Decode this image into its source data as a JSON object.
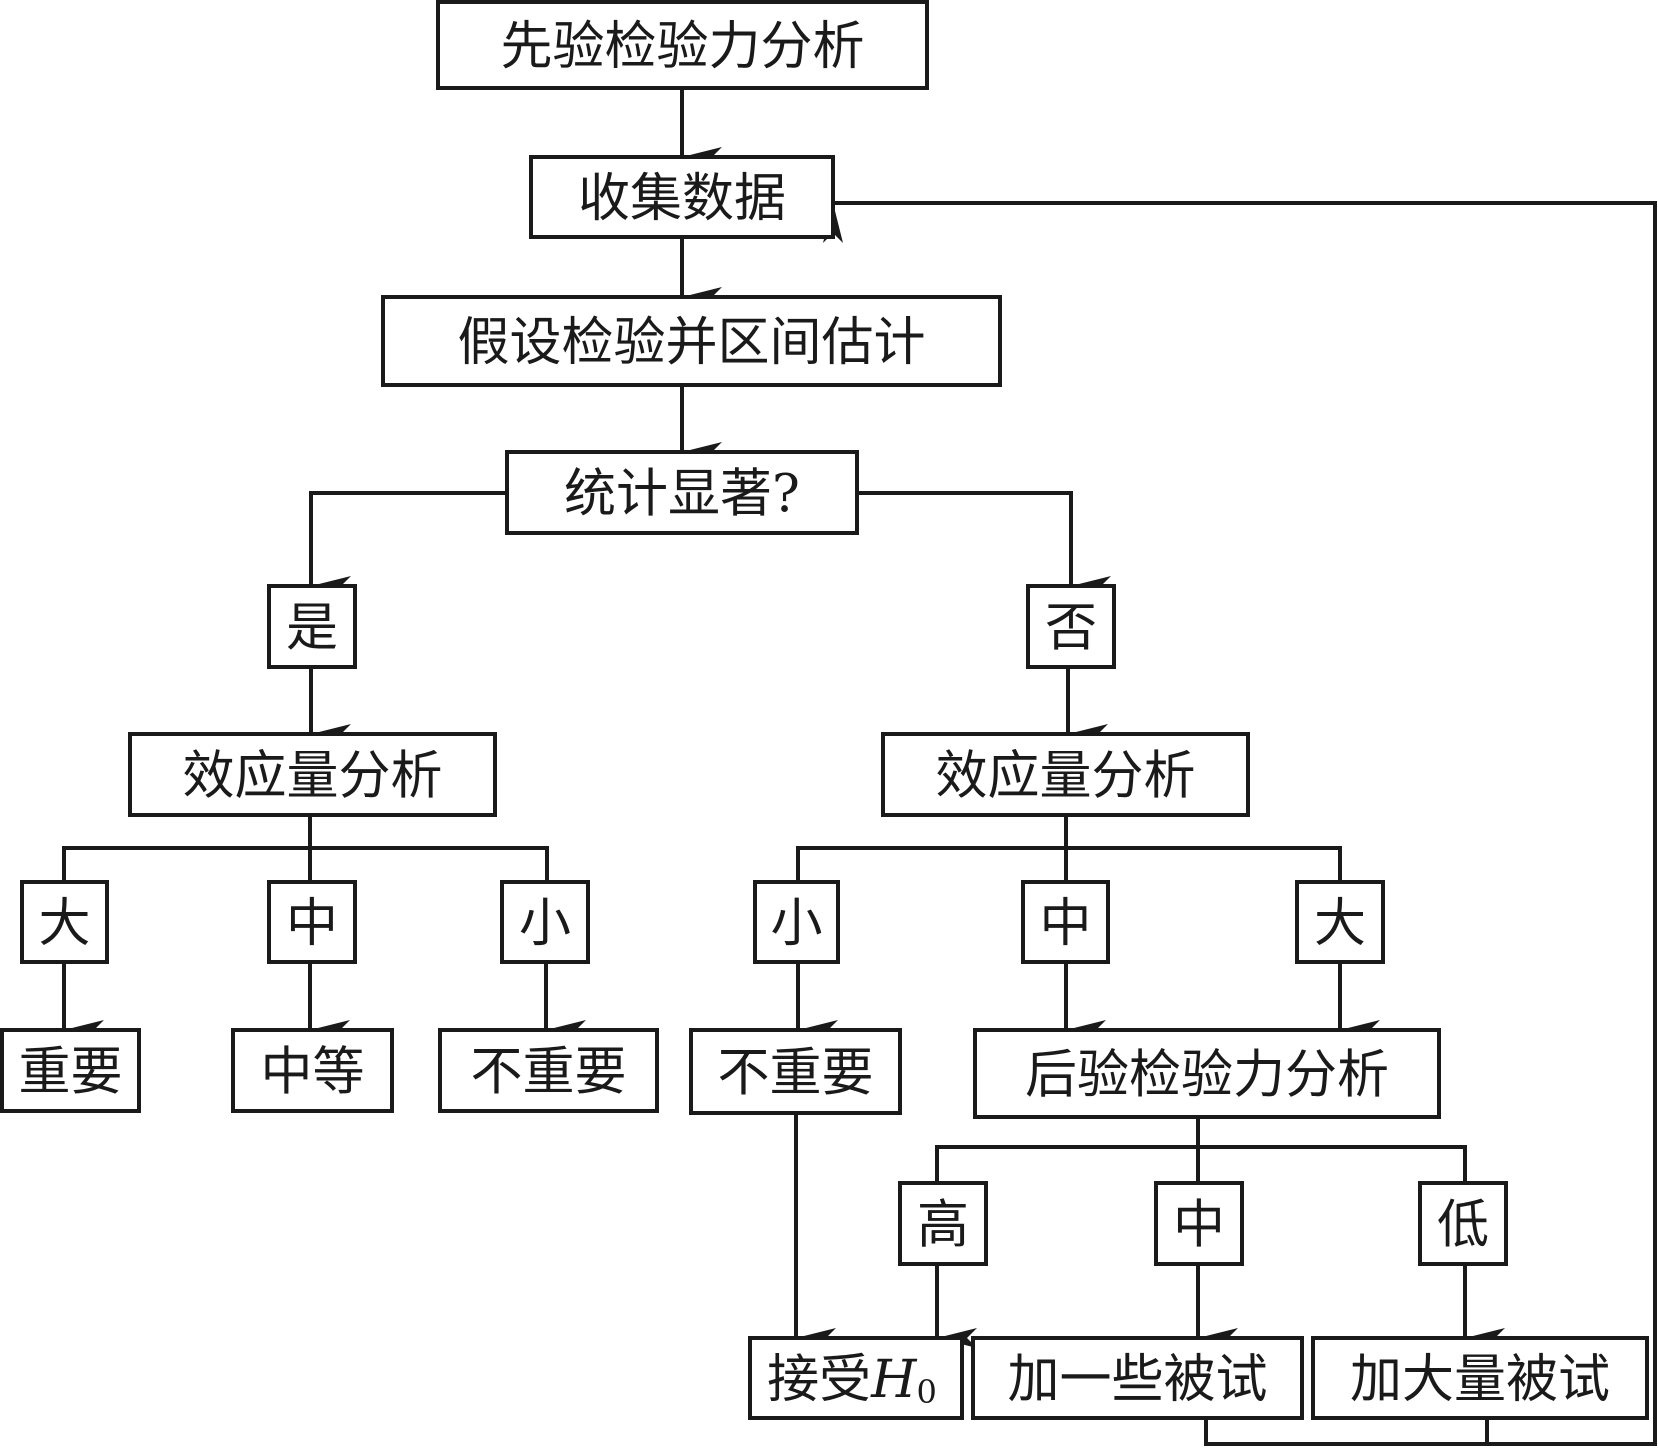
{
  "diagram": {
    "type": "flowchart",
    "nodes": {
      "prior_power": "先验检验力分析",
      "collect_data": "收集数据",
      "hypothesis_test": "假设检验并区间估计",
      "significant": "统计显著?",
      "yes": "是",
      "no": "否",
      "effect_size_yes": "效应量分析",
      "effect_size_no": "效应量分析",
      "yes_large": "大",
      "yes_medium": "中",
      "yes_small": "小",
      "important": "重要",
      "moderate": "中等",
      "not_important_yes": "不重要",
      "no_small": "小",
      "no_medium": "中",
      "no_large": "大",
      "not_important_no": "不重要",
      "post_power": "后验检验力分析",
      "power_high": "高",
      "power_medium": "中",
      "power_low": "低",
      "accept_h0_prefix": "接受",
      "accept_h0_var": "H",
      "accept_h0_sub": "0",
      "add_some": "加一些被试",
      "add_many": "加大量被试"
    },
    "edges": [
      [
        "prior_power",
        "collect_data"
      ],
      [
        "collect_data",
        "hypothesis_test"
      ],
      [
        "hypothesis_test",
        "significant"
      ],
      [
        "significant",
        "yes"
      ],
      [
        "significant",
        "no"
      ],
      [
        "yes",
        "effect_size_yes"
      ],
      [
        "no",
        "effect_size_no"
      ],
      [
        "effect_size_yes",
        "yes_large"
      ],
      [
        "effect_size_yes",
        "yes_medium"
      ],
      [
        "effect_size_yes",
        "yes_small"
      ],
      [
        "yes_large",
        "important"
      ],
      [
        "yes_medium",
        "moderate"
      ],
      [
        "yes_small",
        "not_important_yes"
      ],
      [
        "effect_size_no",
        "no_small"
      ],
      [
        "effect_size_no",
        "no_medium"
      ],
      [
        "effect_size_no",
        "no_large"
      ],
      [
        "no_small",
        "not_important_no"
      ],
      [
        "no_medium",
        "post_power"
      ],
      [
        "no_large",
        "post_power"
      ],
      [
        "not_important_no",
        "accept_h0"
      ],
      [
        "post_power",
        "power_high"
      ],
      [
        "post_power",
        "power_medium"
      ],
      [
        "post_power",
        "power_low"
      ],
      [
        "power_high",
        "accept_h0"
      ],
      [
        "power_medium",
        "add_some"
      ],
      [
        "power_low",
        "add_many"
      ],
      [
        "add_some",
        "collect_data"
      ],
      [
        "add_many",
        "collect_data"
      ]
    ]
  }
}
